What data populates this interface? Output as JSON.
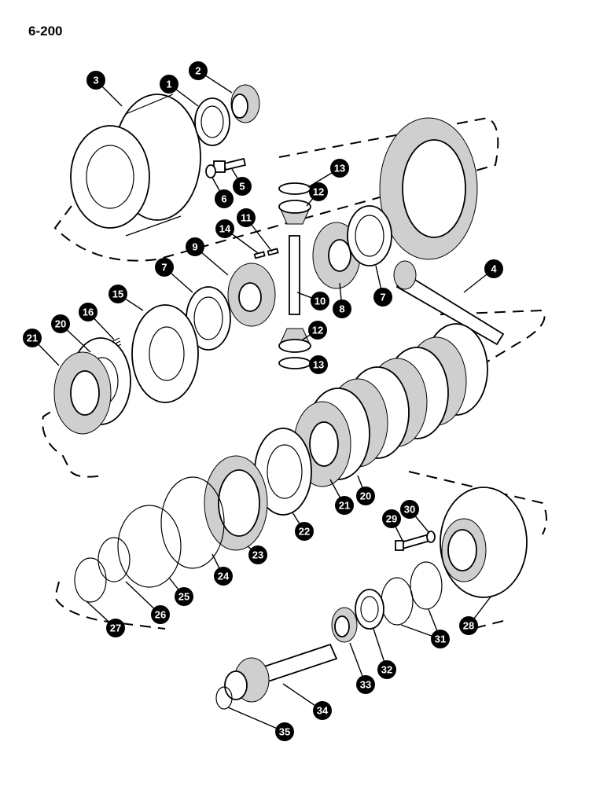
{
  "page_code": "6-200",
  "callouts": [
    "1",
    "2",
    "3",
    "4",
    "5",
    "6",
    "7",
    "8",
    "9",
    "10",
    "11",
    "12",
    "13",
    "14",
    "15",
    "16",
    "20",
    "21",
    "22",
    "23",
    "24",
    "25",
    "26",
    "27",
    "28",
    "29",
    "30",
    "31",
    "32",
    "33",
    "34",
    "35"
  ]
}
